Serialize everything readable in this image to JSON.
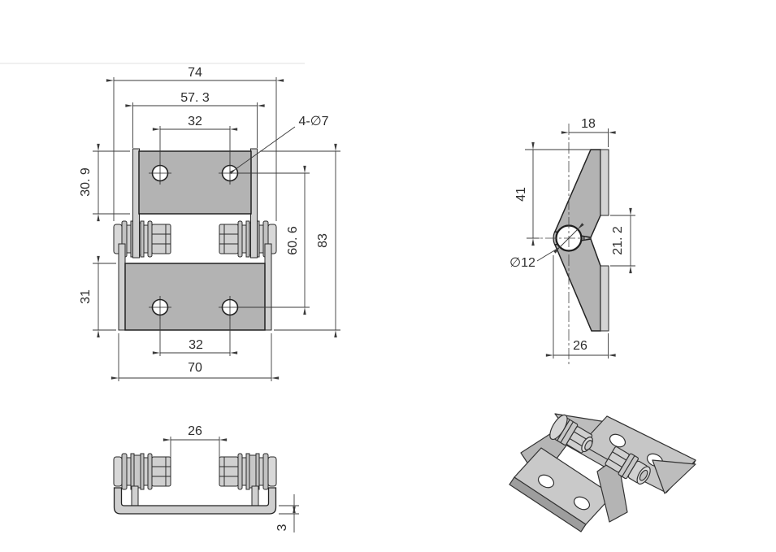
{
  "drawing_title": "hinge-technical-drawing",
  "colors": {
    "plate_fill": "#b3b3b3",
    "flange_fill": "#d2d2d2",
    "knuckle_fill": "#c6c6c6",
    "outline": "#222222",
    "dimension_line": "#3a3a3a"
  },
  "views": {
    "front": {
      "dims": {
        "overall_width": "74",
        "flange_outer_width": "57. 3",
        "top_hole_pitch": "32",
        "hole_callout": "4-∅7",
        "top_leaf_height": "30. 9",
        "bottom_leaf_height": "31",
        "hole_row_spacing": "60. 6",
        "overall_height": "83",
        "bottom_hole_pitch": "32",
        "bottom_leaf_width": "70"
      }
    },
    "side": {
      "dims": {
        "axis_to_back": "18",
        "axis_to_top": "41",
        "pin_diameter": "∅12",
        "mid_gap": "21. 2",
        "overall_depth": "26"
      }
    },
    "bottom": {
      "dims": {
        "nut_clearance": "26",
        "plate_thickness": "3"
      }
    }
  }
}
